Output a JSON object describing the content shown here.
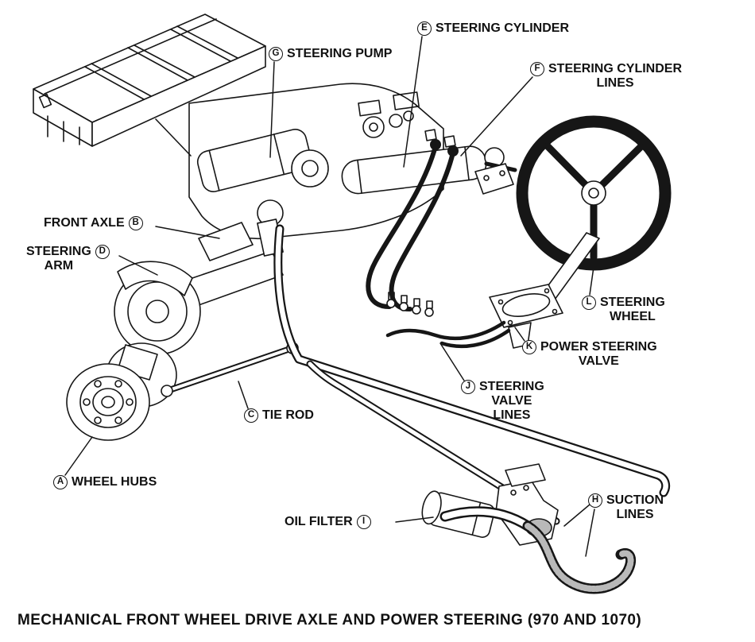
{
  "page": {
    "caption": "MECHANICAL FRONT WHEEL DRIVE AXLE AND POWER STEERING (970 AND 1070)"
  },
  "labels": {
    "wheel_hubs": {
      "letter": "A",
      "lines": [
        "WHEEL HUBS"
      ]
    },
    "front_axle": {
      "letter": "B",
      "lines": [
        "FRONT AXLE"
      ]
    },
    "tie_rod": {
      "letter": "C",
      "lines": [
        "TIE ROD"
      ]
    },
    "steering_arm": {
      "letter": "D",
      "lines": [
        "STEERING",
        "ARM"
      ]
    },
    "steering_cylinder": {
      "letter": "E",
      "lines": [
        "STEERING CYLINDER"
      ]
    },
    "steering_cylinder_lines": {
      "letter": "F",
      "lines": [
        "STEERING CYLINDER",
        "LINES"
      ]
    },
    "steering_pump": {
      "letter": "G",
      "lines": [
        "STEERING PUMP"
      ]
    },
    "suction_lines": {
      "letter": "H",
      "lines": [
        "SUCTION",
        "LINES"
      ]
    },
    "oil_filter": {
      "letter": "I",
      "lines": [
        "OIL FILTER"
      ]
    },
    "steering_valve_lines": {
      "letter": "J",
      "lines": [
        "STEERING",
        "VALVE",
        "LINES"
      ]
    },
    "power_steering_valve": {
      "letter": "K",
      "lines": [
        "POWER STEERING",
        "VALVE"
      ]
    },
    "steering_wheel": {
      "letter": "L",
      "lines": [
        "STEERING",
        "WHEEL"
      ]
    }
  }
}
